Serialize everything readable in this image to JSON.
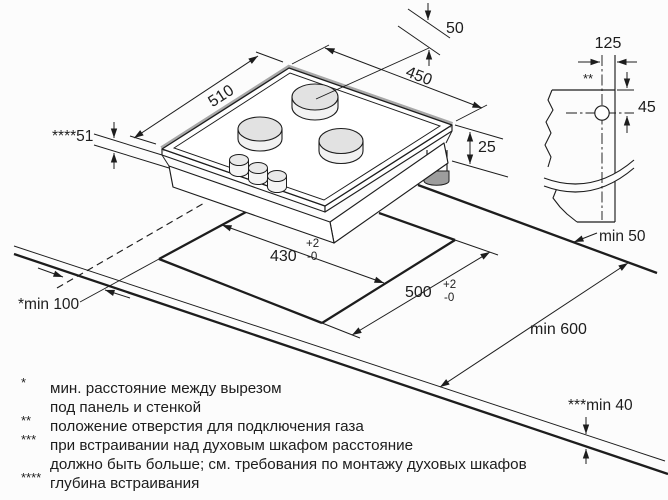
{
  "colors": {
    "line": "#1d1d1d",
    "gray_edge": "#a8a8a8",
    "burner_fill": "#e2e2e2",
    "pipe_cap_fill": "#9d9d9d",
    "background": "#fcfcfc"
  },
  "hob": {
    "width_label": "510",
    "depth_label": "450",
    "gas_offset_label": "50",
    "conn_depth_label": "25",
    "embed_depth_label": "****51"
  },
  "cutout": {
    "depth_value": "430",
    "width_value": "500",
    "tol_plus": "+2",
    "tol_minus": "-0"
  },
  "clearances": {
    "wall": "*min 100",
    "side": "min 50",
    "front": "min 600",
    "oven_gap": "***min 40"
  },
  "gas_hole_detail": {
    "marker": "**",
    "offset_label": "125",
    "height_label": "45"
  },
  "footnotes": [
    {
      "marker": "*",
      "lines": [
        "мин. расстояние между вырезом",
        "под панель и стенкой"
      ]
    },
    {
      "marker": "**",
      "lines": [
        "положение отверстия для подключения газа"
      ]
    },
    {
      "marker": "***",
      "lines": [
        "при встраивании над духовым шкафом расстояние",
        "должно быть больше; см. требования по монтажу духовых шкафов"
      ]
    },
    {
      "marker": "****",
      "lines": [
        "глубина встраивания"
      ]
    }
  ]
}
